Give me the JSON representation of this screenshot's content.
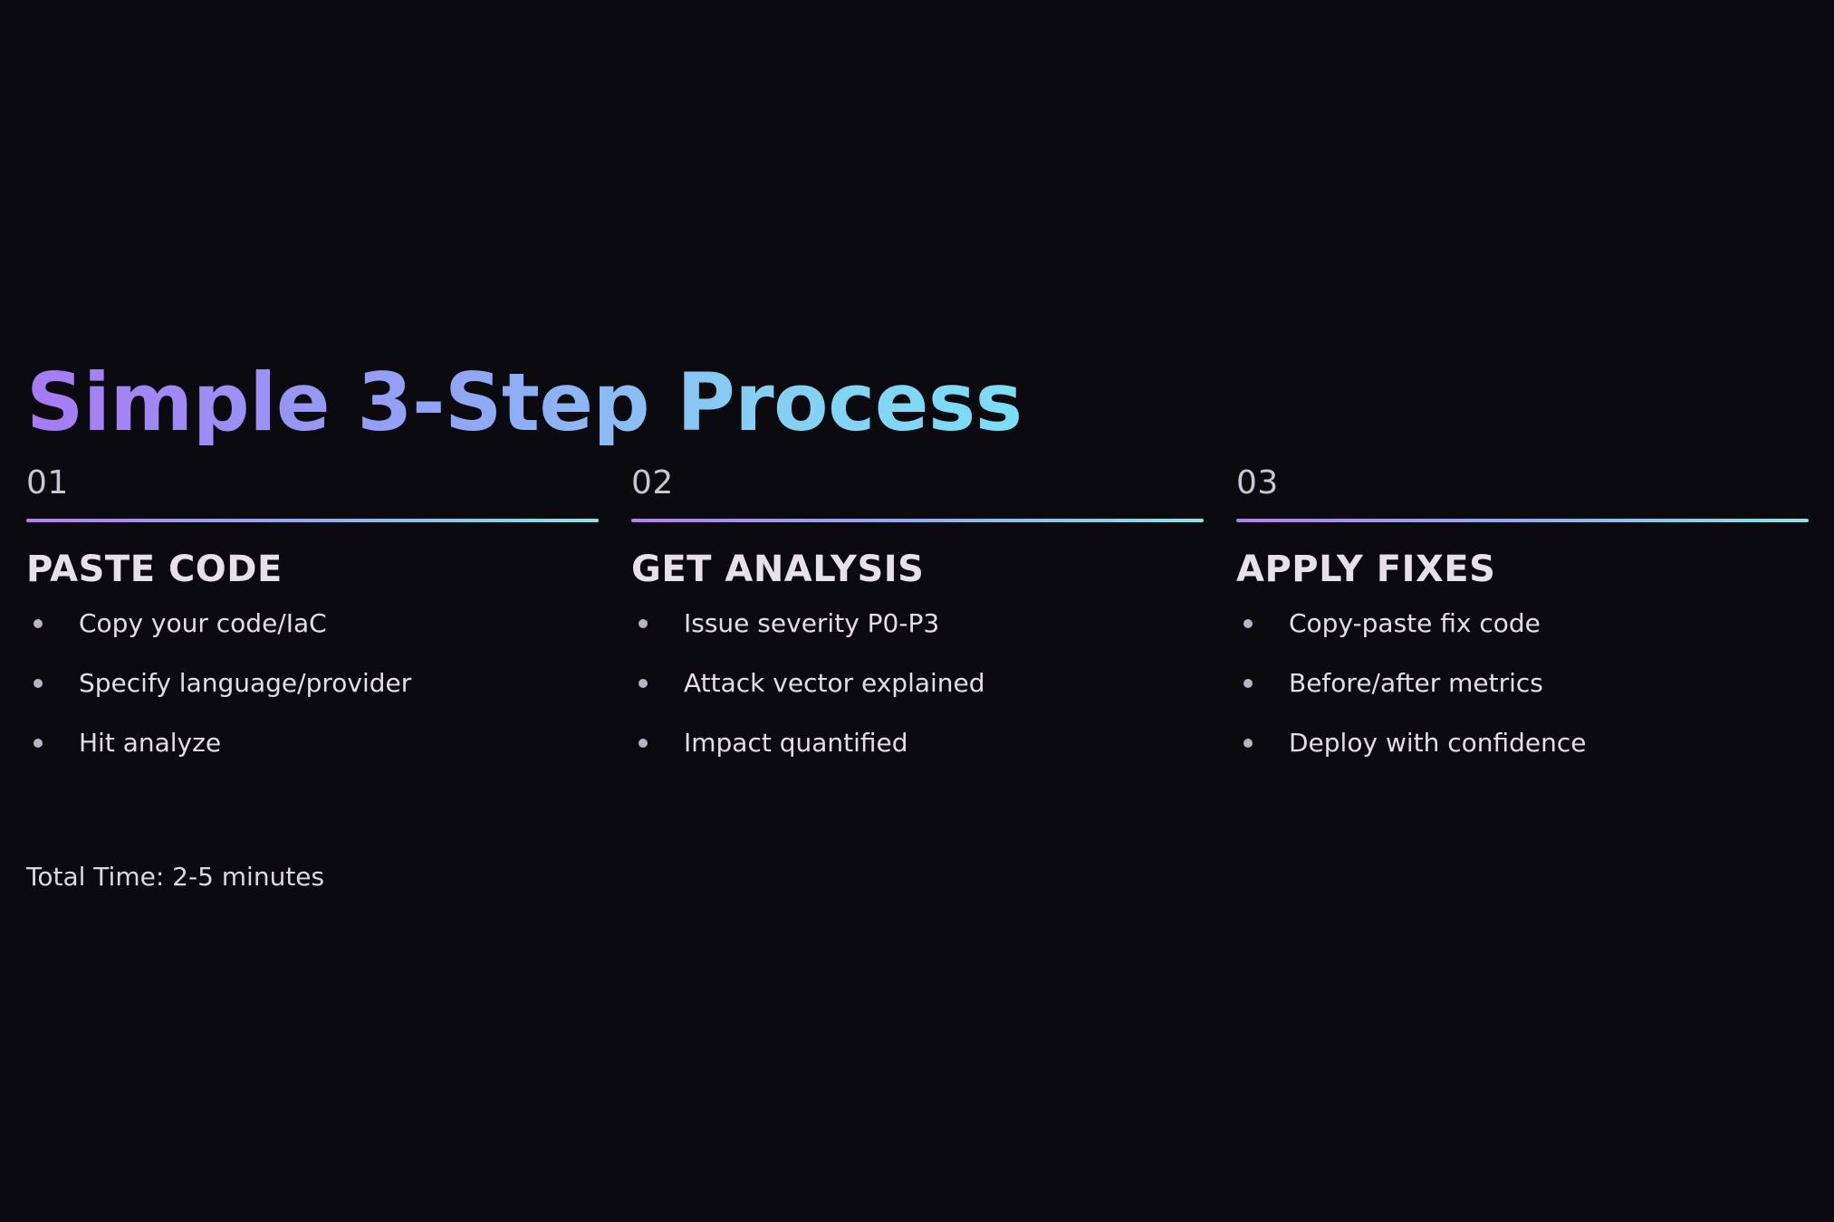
{
  "theme": {
    "background": "#0a0a0f",
    "gradient_start": "#a77af5",
    "gradient_mid": "#8fa8f5",
    "gradient_end": "#7adff5",
    "heading_color": "#e6e0e8",
    "body_color": "#e3dde6",
    "step_number_color": "#c9c6d2",
    "bullet_color": "#b9b3c4"
  },
  "slide": {
    "title": "Simple 3-Step Process",
    "footer": "Total Time: 2-5 minutes"
  },
  "steps": [
    {
      "number": "01",
      "heading": "PASTE CODE",
      "items": [
        "Copy your code/IaC",
        "Specify language/provider",
        "Hit analyze"
      ]
    },
    {
      "number": "02",
      "heading": "GET ANALYSIS",
      "items": [
        "Issue severity P0-P3",
        "Attack vector explained",
        "Impact quantified"
      ]
    },
    {
      "number": "03",
      "heading": "APPLY FIXES",
      "items": [
        "Copy-paste fix code",
        "Before/after metrics",
        "Deploy with confidence"
      ]
    }
  ]
}
